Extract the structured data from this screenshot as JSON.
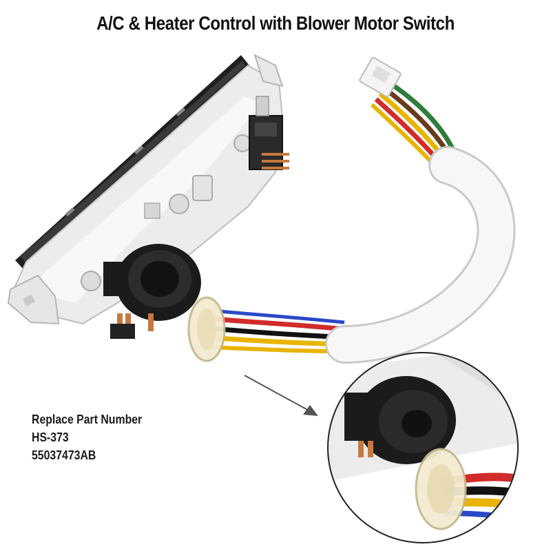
{
  "title": "A/C & Heater Control with Blower Motor Switch",
  "part_info": {
    "label": "Replace Part Number",
    "numbers": [
      "HS-373",
      "55037473AB"
    ]
  },
  "colors": {
    "housing": "#f2f2f2",
    "bezel": "#222222",
    "connector": "#1a1a1a",
    "foam": "#f7f7f7",
    "wire_red": "#d22b2b",
    "wire_yellow": "#e8b400",
    "wire_black": "#111111",
    "wire_green": "#2f7d3a",
    "wire_brown": "#6b3a1e",
    "wire_blue": "#2a48c8",
    "pins": "#c8783c"
  }
}
